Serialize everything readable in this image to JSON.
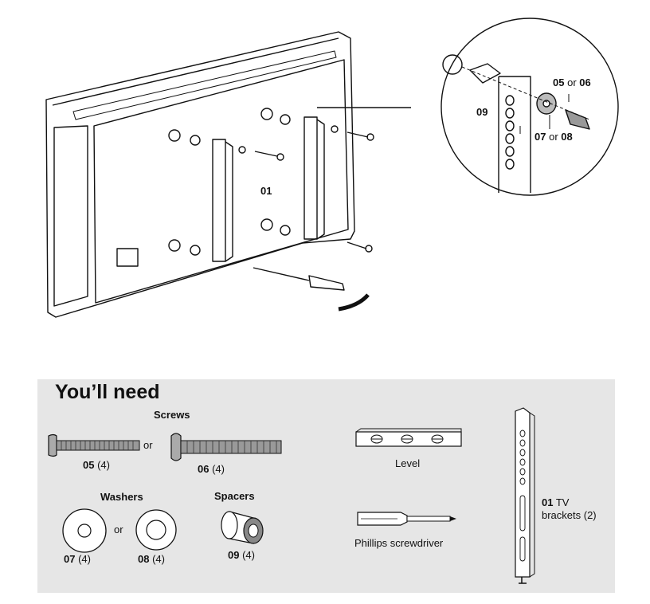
{
  "diagram": {
    "label_bracket": "01",
    "label_spacer": "09",
    "label_screw_a": "05",
    "label_screw_or": "or",
    "label_screw_b": "06",
    "label_washer_a": "07",
    "label_washer_or": "or",
    "label_washer_b": "08"
  },
  "panel": {
    "title": "You’ll need",
    "screws_heading": "Screws",
    "washers_heading": "Washers",
    "spacers_heading": "Spacers",
    "or_text": "or",
    "screw_05": {
      "num": "05",
      "qty": "(4)"
    },
    "screw_06": {
      "num": "06",
      "qty": "(4)"
    },
    "washer_07": {
      "num": "07",
      "qty": "(4)"
    },
    "washer_08": {
      "num": "08",
      "qty": "(4)"
    },
    "spacer_09": {
      "num": "09",
      "qty": "(4)"
    },
    "level": "Level",
    "screwdriver": "Phillips screwdriver",
    "brackets": {
      "num": "01",
      "line1": "TV",
      "line2": "brackets (2)"
    }
  }
}
